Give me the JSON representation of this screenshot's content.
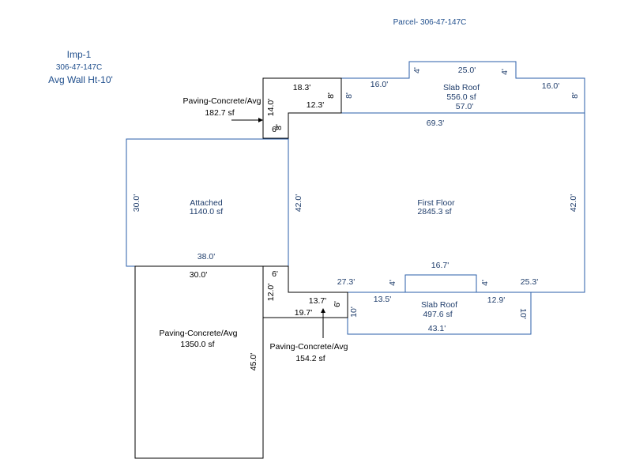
{
  "parcel_label": "Parcel- 306-47-147C",
  "improvement": {
    "name": "Imp-1",
    "id": "306-47-147C",
    "wall_height": "Avg Wall Ht-10'"
  },
  "areas": {
    "first_floor": {
      "name": "First Floor",
      "area": "2845.3 sf"
    },
    "attached": {
      "name": "Attached",
      "area": "1140.0 sf"
    },
    "slab_roof_top": {
      "name": "Slab Roof",
      "area": "556.0 sf"
    },
    "slab_roof_bottom": {
      "name": "Slab Roof",
      "area": "497.6 sf"
    },
    "paving_top": {
      "name": "Paving-Concrete/Avg",
      "area": "182.7 sf"
    },
    "paving_large": {
      "name": "Paving-Concrete/Avg",
      "area": "1350.0 sf"
    },
    "paving_small": {
      "name": "Paving-Concrete/Avg",
      "area": "154.2 sf"
    }
  },
  "dimensions": {
    "d_69_3": "69.3'",
    "d_42_0_left": "42.0'",
    "d_42_0_right": "42.0'",
    "d_30_0_attached": "30.0'",
    "d_38_0": "38.0'",
    "d_18_3": "18.3'",
    "d_12_3": "12.3'",
    "d_14_0": "14.0'",
    "d_6_top": "6'",
    "d_8_pv1": "8'",
    "d_8_pv2": "8'",
    "d_16_0_left": "16.0'",
    "d_25_0": "25.0'",
    "d_16_0_right": "16.0'",
    "d_57_0": "57.0'",
    "d_4_top_left": "4'",
    "d_4_top_right": "4'",
    "d_8_slab_left": "8'",
    "d_8_slab_right": "8'",
    "d_27_3": "27.3'",
    "d_16_7": "16.7'",
    "d_25_3": "25.3'",
    "d_4_bot_left": "4'",
    "d_4_bot_right": "4'",
    "d_13_5": "13.5'",
    "d_12_9": "12.9'",
    "d_10_left": "10'",
    "d_10_right": "10'",
    "d_43_1": "43.1'",
    "d_30_0_paving": "30.0'",
    "d_45_0": "45.0'",
    "d_6_mid": "6'",
    "d_12_0": "12.0'",
    "d_13_7": "13.7'",
    "d_6_small": "6'",
    "d_19_7": "19.7'"
  },
  "colors": {
    "blue_line": "#2a5ea8",
    "blue_text": "#1f3d6b",
    "header_text": "#1f4e8c",
    "black": "#000000"
  }
}
